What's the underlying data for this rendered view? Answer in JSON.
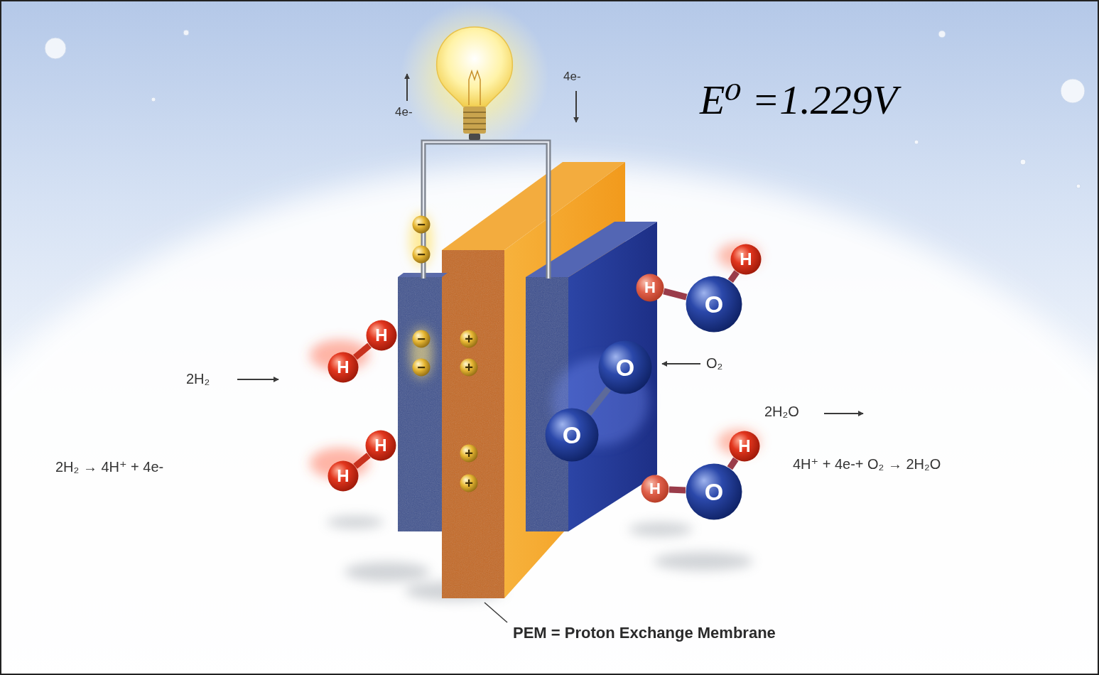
{
  "diagram": {
    "nodes": [
      {
        "text": [
          "−"
        ]
      },
      {
        "text": [
          "−"
        ]
      },
      {
        "text": [
          "H"
        ]
      },
      {
        "text": [
          "H"
        ]
      },
      {
        "text": [
          "O"
        ]
      },
      {
        "text": [
          "H"
        ]
      },
      {
        "text": [
          "−"
        ]
      },
      {
        "text": [
          "+"
        ]
      },
      {
        "text": [
          "H"
        ]
      },
      {
        "text": [
          "−"
        ]
      },
      {
        "text": [
          "+"
        ]
      },
      {
        "text": [
          "O"
        ]
      },
      {
        "text": [
          "O"
        ]
      },
      {
        "text": [
          "H"
        ]
      },
      {
        "text": [
          "H"
        ]
      },
      {
        "text": [
          "+"
        ]
      },
      {
        "text": [
          "H"
        ]
      },
      {
        "text": [
          "+"
        ]
      },
      {
        "text": [
          "H"
        ]
      },
      {
        "text": [
          "O"
        ]
      }
    ],
    "edges": [
      {
        "from": 5,
        "to": 8,
        "arrow": "none"
      },
      {
        "from": 4,
        "to": 2,
        "arrow": "none"
      },
      {
        "from": 4,
        "to": 3,
        "arrow": "none"
      },
      {
        "from": 11,
        "to": 12,
        "arrow": "none"
      },
      {
        "from": 13,
        "to": 16,
        "arrow": "none"
      },
      {
        "from": 19,
        "to": 14,
        "arrow": "none"
      },
      {
        "from": 19,
        "to": 18,
        "arrow": "none"
      }
    ],
    "labels": [
      "4e-",
      "4e-",
      "E⁰ =1.229V",
      "2H₂",
      "O₂",
      "2H₂O",
      "2H₂ → 4H⁺ + 4e-",
      "4H⁺ + 4e-+ O₂ → 2H₂O",
      "PEM = Proton Exchange Membrane"
    ]
  }
}
